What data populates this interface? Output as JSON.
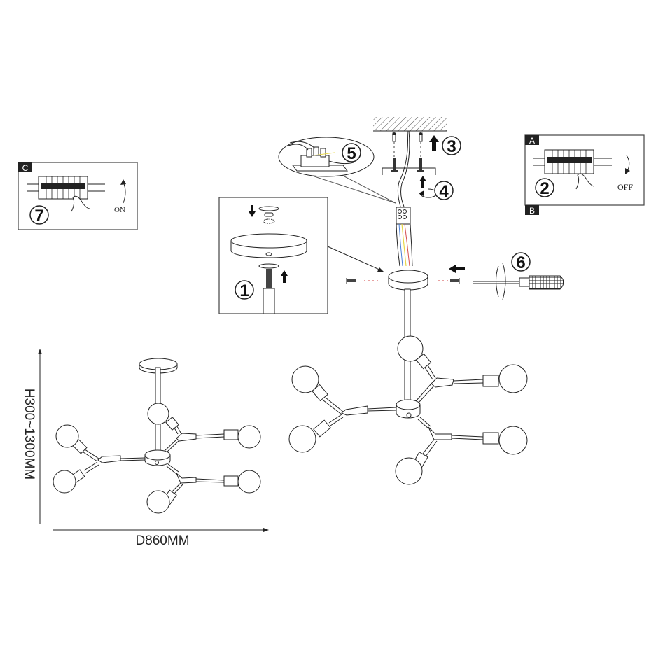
{
  "steps": {
    "step1": {
      "number": "1"
    },
    "step2": {
      "number": "2",
      "switch_label": "OFF",
      "panel_tag_top": "A",
      "panel_tag_bottom": "B"
    },
    "step3": {
      "number": "3"
    },
    "step4": {
      "number": "4"
    },
    "step5": {
      "number": "5"
    },
    "step6": {
      "number": "6"
    },
    "step7": {
      "number": "7",
      "switch_label": "ON",
      "panel_tag": "C"
    }
  },
  "dimensions": {
    "height_label": "H300~1300MM",
    "diameter_label": "D860MM"
  },
  "colors": {
    "wire_blue": "#4a7fd6",
    "wire_yellow": "#e8d84a",
    "wire_red": "#d65050",
    "dotted_guide": "#d04040",
    "tag_bg": "#222222"
  }
}
